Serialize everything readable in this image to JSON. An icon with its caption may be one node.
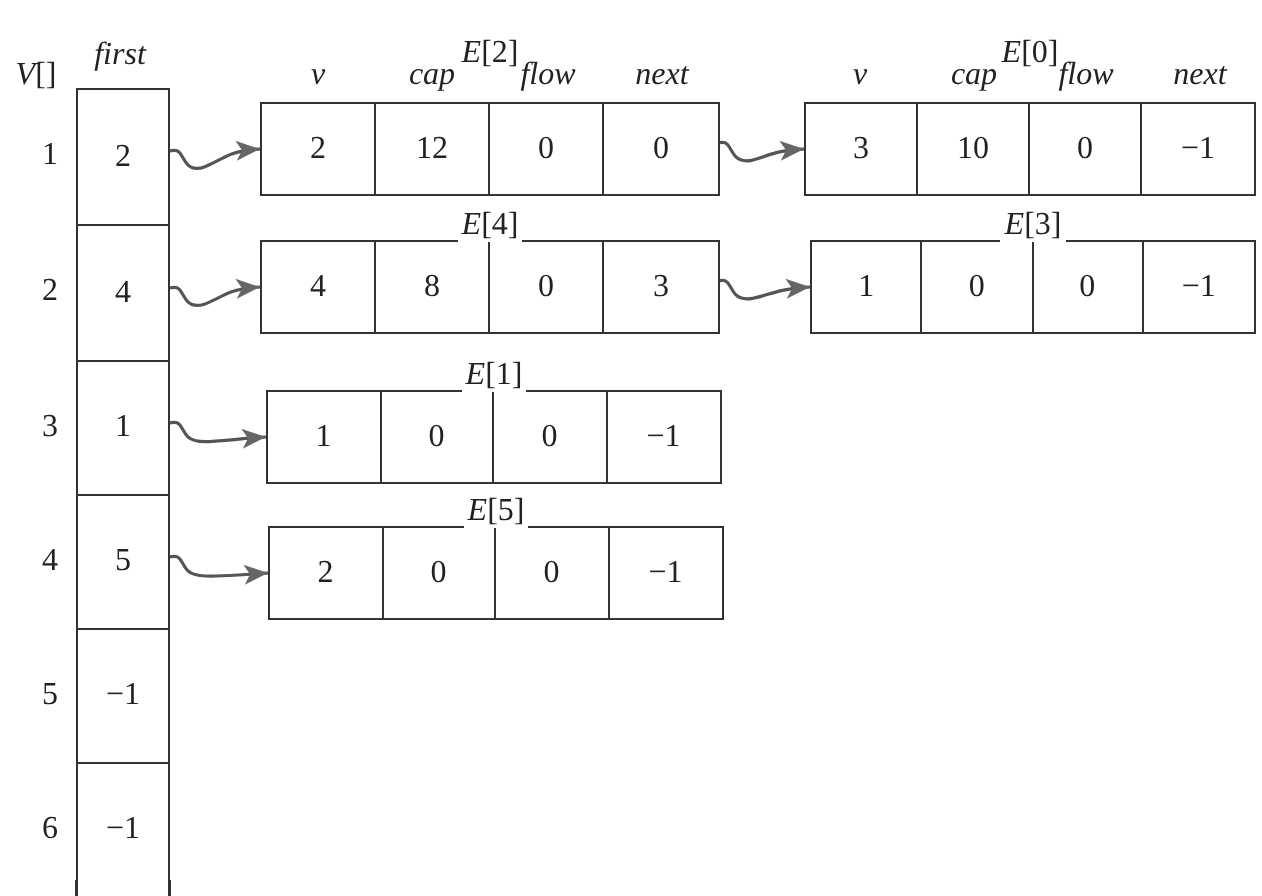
{
  "diagram": {
    "nodes": [
      {
        "text": [
          "2"
        ]
      },
      {
        "text": [
          "4"
        ]
      },
      {
        "text": [
          "1"
        ]
      },
      {
        "text": [
          "5"
        ]
      },
      {
        "text": [
          "−1"
        ]
      },
      {
        "text": [
          "−1"
        ]
      },
      {
        "text": [
          "*E*[2]"
        ]
      },
      {
        "text": [
          "2"
        ],
        "in": 6
      },
      {
        "text": [
          "12"
        ],
        "in": 6
      },
      {
        "text": [
          "0"
        ],
        "in": 6
      },
      {
        "text": [
          "0"
        ],
        "in": 6
      },
      {
        "text": [
          "*E*[0]"
        ]
      },
      {
        "text": [
          "3"
        ],
        "in": 11
      },
      {
        "text": [
          "10"
        ],
        "in": 11
      },
      {
        "text": [
          "0"
        ],
        "in": 11
      },
      {
        "text": [
          "−1"
        ],
        "in": 11
      },
      {
        "text": [
          "*E*[4]"
        ]
      },
      {
        "text": [
          "4"
        ],
        "in": 16
      },
      {
        "text": [
          "8"
        ],
        "in": 16
      },
      {
        "text": [
          "0"
        ],
        "in": 16
      },
      {
        "text": [
          "3"
        ],
        "in": 16
      },
      {
        "text": [
          "*E*[3]"
        ]
      },
      {
        "text": [
          "1"
        ],
        "in": 21
      },
      {
        "text": [
          "0"
        ],
        "in": 21
      },
      {
        "text": [
          "0"
        ],
        "in": 21
      },
      {
        "text": [
          "−1"
        ],
        "in": 21
      },
      {
        "text": [
          "*E*[1]"
        ]
      },
      {
        "text": [
          "1"
        ],
        "in": 26
      },
      {
        "text": [
          "0"
        ],
        "in": 26
      },
      {
        "text": [
          "0"
        ],
        "in": 26
      },
      {
        "text": [
          "−1"
        ],
        "in": 26
      },
      {
        "text": [
          "*E*[5]"
        ]
      },
      {
        "text": [
          "2"
        ],
        "in": 31
      },
      {
        "text": [
          "0"
        ],
        "in": 31
      },
      {
        "text": [
          "0"
        ],
        "in": 31
      },
      {
        "text": [
          "−1"
        ],
        "in": 31
      }
    ],
    "edges": [
      {
        "from": 0,
        "to": 6,
        "arrow": "to"
      },
      {
        "from": 10,
        "to": 11,
        "arrow": "to"
      },
      {
        "from": 1,
        "to": 16,
        "arrow": "to"
      },
      {
        "from": 20,
        "to": 21,
        "arrow": "to"
      },
      {
        "from": 2,
        "to": 26,
        "arrow": "to"
      },
      {
        "from": 3,
        "to": 31,
        "arrow": "to"
      }
    ],
    "labels": [
      "*V*[]",
      "first",
      "1",
      "2",
      "3",
      "4",
      "5",
      "6",
      "v",
      "cap",
      "flow",
      "next",
      "v",
      "cap",
      "flow",
      "next"
    ]
  }
}
